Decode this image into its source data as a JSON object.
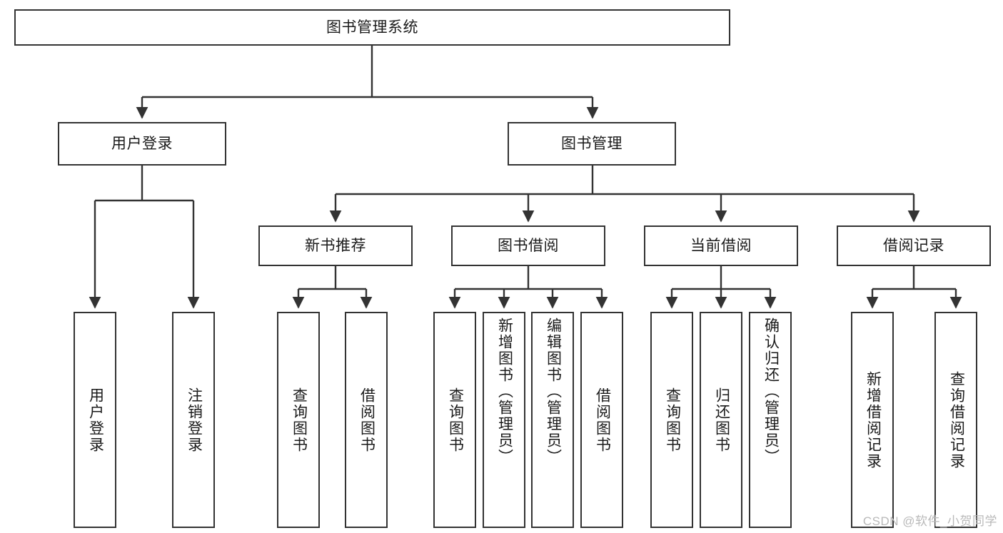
{
  "diagram": {
    "title": "图书管理系统",
    "type": "hierarchy-tree",
    "orientation": "top-down",
    "colors": {
      "node_border": "#333333",
      "node_fill": "#ffffff",
      "edge": "#333333",
      "text": "#1a1a1a",
      "watermark": "#b9b9b9"
    }
  },
  "root": {
    "label": "图书管理系统"
  },
  "level2": [
    {
      "id": "user-login",
      "label": "用户登录"
    },
    {
      "id": "book-manage",
      "label": "图书管理"
    }
  ],
  "level3": [
    {
      "id": "new-book-recommend",
      "label": "新书推荐"
    },
    {
      "id": "book-borrow",
      "label": "图书借阅"
    },
    {
      "id": "current-borrow",
      "label": "当前借阅"
    },
    {
      "id": "borrow-record",
      "label": "借阅记录"
    }
  ],
  "leaves": {
    "user_login": [
      {
        "id": "leaf-user-login",
        "label": "用户登录"
      },
      {
        "id": "leaf-user-logout",
        "label": "注销登录"
      }
    ],
    "new_book_recommend": [
      {
        "id": "leaf-query-book-1",
        "label": "查询图书"
      },
      {
        "id": "leaf-borrow-book-1",
        "label": "借阅图书"
      }
    ],
    "book_borrow": [
      {
        "id": "leaf-query-book-2",
        "label": "查询图书"
      },
      {
        "id": "leaf-add-book",
        "label": "新增图书（管理员）"
      },
      {
        "id": "leaf-edit-book",
        "label": "编辑图书（管理员）"
      },
      {
        "id": "leaf-borrow-book-2",
        "label": "借阅图书"
      }
    ],
    "current_borrow": [
      {
        "id": "leaf-query-book-3",
        "label": "查询图书"
      },
      {
        "id": "leaf-return-book",
        "label": "归还图书"
      },
      {
        "id": "leaf-confirm-return",
        "label": "确认归还（管理员）"
      }
    ],
    "borrow_record": [
      {
        "id": "leaf-add-record",
        "label": "新增借阅记录"
      },
      {
        "id": "leaf-query-record",
        "label": "查询借阅记录"
      }
    ]
  },
  "watermark": {
    "text": "CSDN @软件_小贺同学"
  }
}
